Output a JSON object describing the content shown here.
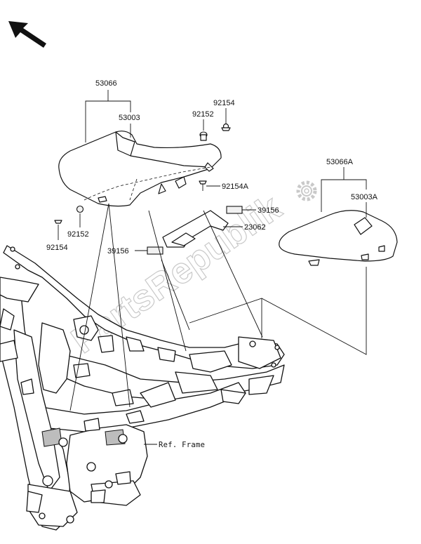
{
  "diagram": {
    "watermark": "PartsRepublik",
    "ref_frame_label": "Ref. Frame",
    "labels": {
      "p53066": "53066",
      "p53003": "53003",
      "p92154_top": "92154",
      "p92152_top": "92152",
      "p92154A": "92154A",
      "p39156_right": "39156",
      "p23062": "23062",
      "p39156_left": "39156",
      "p92152_left": "92152",
      "p92154_left": "92154",
      "p53066A": "53066A",
      "p53003A": "53003A"
    },
    "icons": {
      "direction": "arrow-pointing-up-left",
      "watermark_gear": "gear-icon"
    }
  }
}
